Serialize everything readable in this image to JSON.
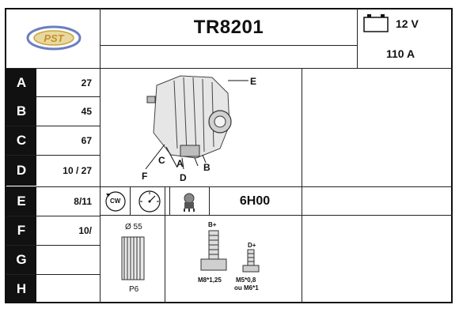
{
  "header": {
    "logo_text": "PST",
    "part_number": "TR8201",
    "voltage": "12 V",
    "amperage": "110 A"
  },
  "rows": [
    {
      "letter": "A",
      "value": "27"
    },
    {
      "letter": "B",
      "value": "45"
    },
    {
      "letter": "C",
      "value": "67"
    },
    {
      "letter": "D",
      "value": "10 / 27"
    },
    {
      "letter": "E",
      "value": "8/11"
    },
    {
      "letter": "F",
      "value": "10/"
    },
    {
      "letter": "G",
      "value": ""
    },
    {
      "letter": "H",
      "value": ""
    }
  ],
  "diagram": {
    "labels": {
      "e": "E",
      "c": "C",
      "a": "A",
      "b": "B",
      "f": "F",
      "d": "D"
    }
  },
  "icons": {
    "rotation": "cw-rotation-icon",
    "gauge": "gauge-icon",
    "regulator": "regulator-icon",
    "battery": "battery-icon"
  },
  "rotation_label": "CW",
  "clock_position": "6H00",
  "pulley": {
    "diameter": "Ø 55",
    "type": "P6"
  },
  "terminals": {
    "b_plus_label": "B+",
    "d_plus_label": "D+",
    "b_plus_thread": "M8*1,25",
    "d_plus_thread": "M5*0,8",
    "d_plus_alt": "ou M6*1"
  }
}
